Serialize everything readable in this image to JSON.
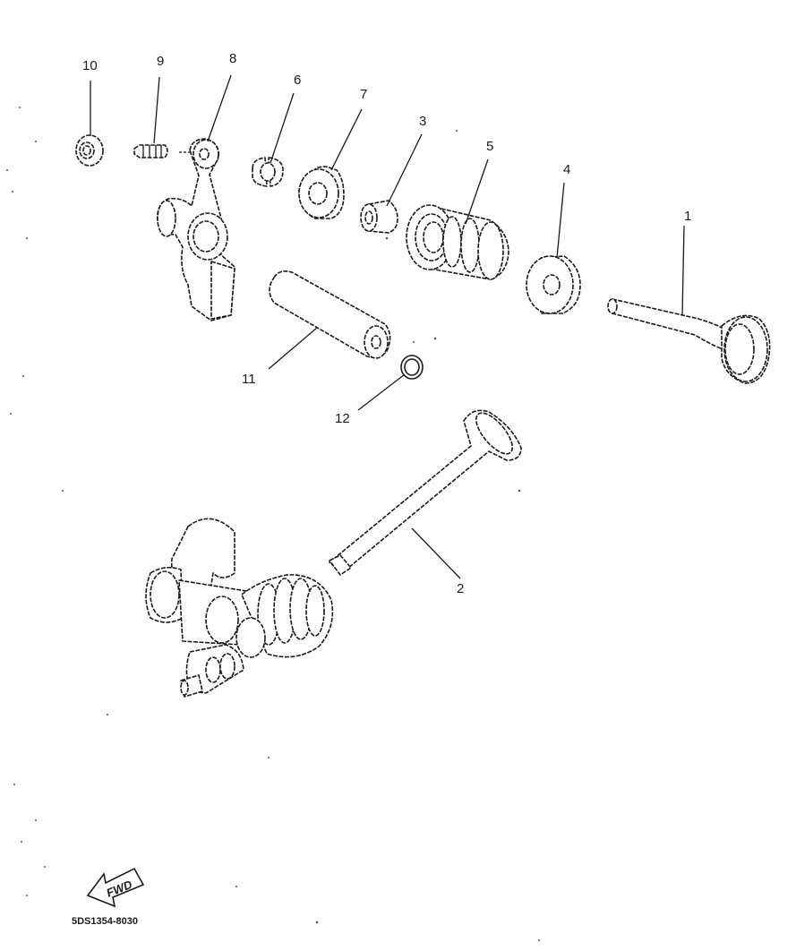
{
  "callouts": [
    {
      "id": "1",
      "label": "1",
      "part": "valve"
    },
    {
      "id": "2",
      "label": "2",
      "part": "valve"
    },
    {
      "id": "3",
      "label": "3",
      "part": "valve-stem-seal"
    },
    {
      "id": "4",
      "label": "4",
      "part": "spring-seat"
    },
    {
      "id": "5",
      "label": "5",
      "part": "valve-spring"
    },
    {
      "id": "6",
      "label": "6",
      "part": "valve-cotter"
    },
    {
      "id": "7",
      "label": "7",
      "part": "valve-spring-retainer"
    },
    {
      "id": "8",
      "label": "8",
      "part": "rocker-arm"
    },
    {
      "id": "9",
      "label": "9",
      "part": "adjusting-screw"
    },
    {
      "id": "10",
      "label": "10",
      "part": "nut"
    },
    {
      "id": "11",
      "label": "11",
      "part": "rocker-arm-shaft"
    },
    {
      "id": "12",
      "label": "12",
      "part": "o-ring"
    }
  ],
  "forward_arrow": {
    "text": "FWD",
    "icon": "forward-arrow-icon"
  },
  "diagram_code": "5DS1354-8030",
  "colors": {
    "ink": "#1a1a1a",
    "paper": "#ffffff"
  }
}
